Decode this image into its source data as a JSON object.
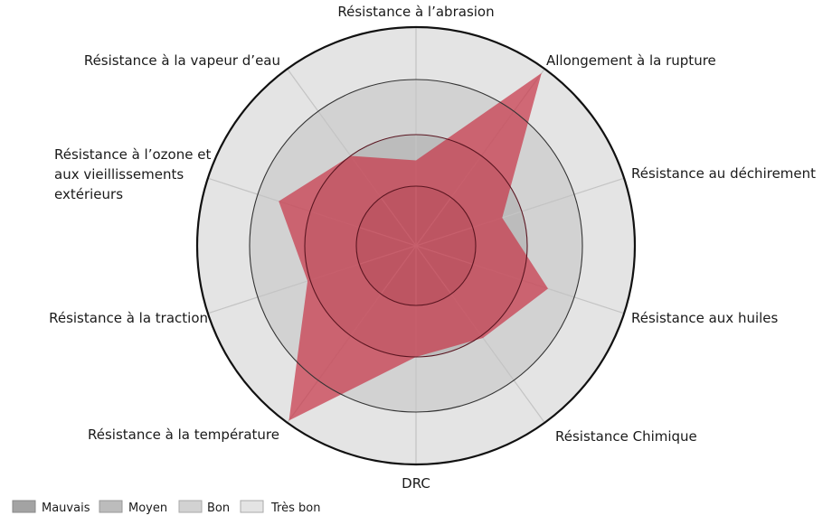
{
  "chart_data": {
    "type": "radar",
    "title": "",
    "axes": [
      "Résistance à l’abrasion",
      "Allongement à la rupture",
      "Résistance au déchirement",
      "Résistance aux huiles",
      "Résistance Chimique",
      "DRC",
      "Résistance à la température",
      "Résistance à la traction",
      "Résistance à l’ozone et aux vieillissements extérieurs",
      "Résistance à la vapeur d’eau"
    ],
    "ozone_label_lines": [
      "Résistance à l’ozone et",
      "aux vieillissements",
      "extérieurs"
    ],
    "values": [
      1.5,
      3.9,
      1.6,
      2.5,
      2.05,
      2.0,
      3.95,
      2.05,
      2.6,
      2.0
    ],
    "range": [
      0,
      4
    ],
    "levels": [
      {
        "name": "Mauvais",
        "value": 1,
        "color": "#a3a3a3"
      },
      {
        "name": "Moyen",
        "value": 2,
        "color": "#bcbcbc"
      },
      {
        "name": "Bon",
        "value": 3,
        "color": "#d2d2d2"
      },
      {
        "name": "Très bon",
        "value": 4,
        "color": "#e4e4e4"
      }
    ],
    "series_color": "#c8374a",
    "legend_position": "bottom-left"
  }
}
